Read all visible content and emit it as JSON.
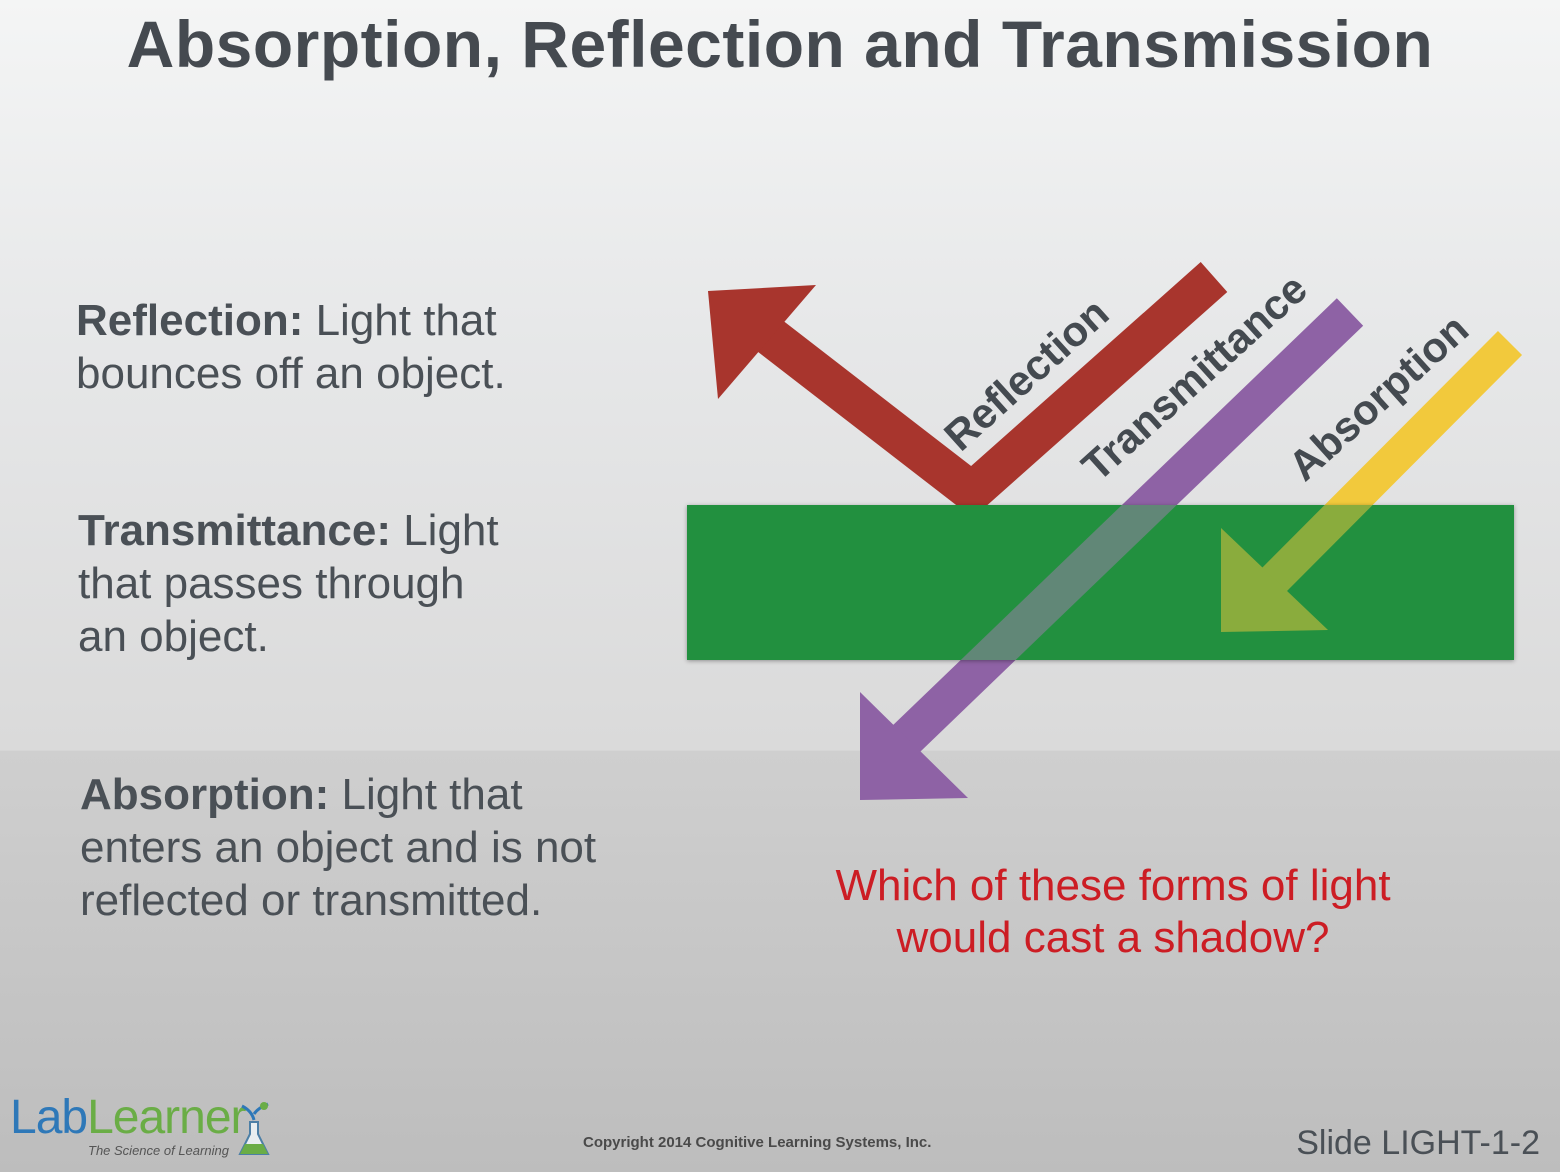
{
  "title": "Absorption, Reflection and Transmission",
  "definitions": [
    {
      "term": "Reflection:",
      "lines": [
        " Light that",
        "bounces off an object."
      ]
    },
    {
      "term": "Transmittance:",
      "lines": [
        " Light",
        "that passes through",
        "an object."
      ]
    },
    {
      "term": "Absorption:",
      "lines": [
        " Light that",
        "enters an object and is not",
        "reflected or transmitted."
      ]
    }
  ],
  "diagram": {
    "labels": {
      "reflection": "Reflection",
      "transmittance": "Transmittance",
      "absorption": "Absorption"
    },
    "colors": {
      "reflection": "#a8352d",
      "transmittance": "#8e62a5",
      "absorption": "#f2c93c",
      "object": "#22903f"
    }
  },
  "question": [
    "Which of these forms of light",
    "would cast a shadow?"
  ],
  "footer": {
    "copyright": "Copyright 2014 Cognitive Learning Systems, Inc.",
    "slide": "Slide LIGHT-1-2",
    "logo": {
      "lab": "Lab",
      "learner": "Learner",
      "tagline": "The Science of Learning"
    }
  }
}
